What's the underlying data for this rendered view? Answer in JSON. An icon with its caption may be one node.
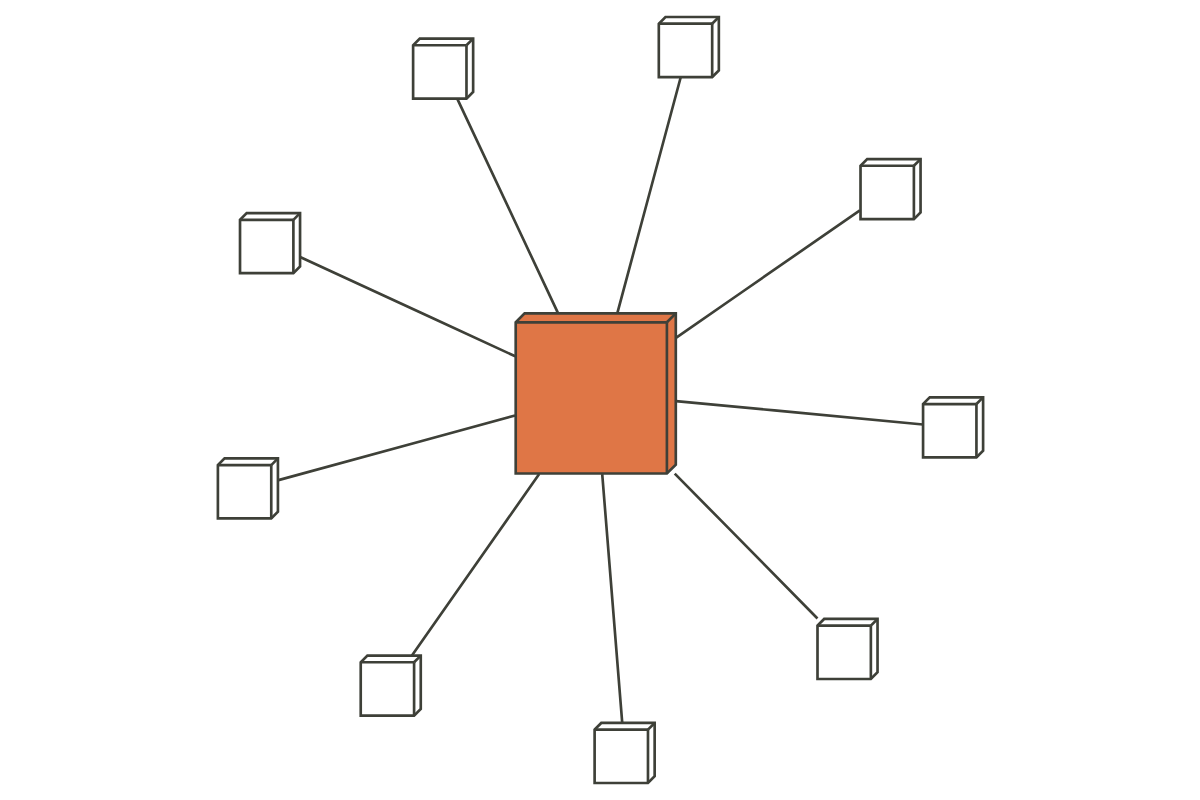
{
  "diagram": {
    "nodes": [
      {
        "text": [],
        "shape": "cube"
      },
      {
        "text": [],
        "shape": "cube"
      },
      {
        "text": [],
        "shape": "cube"
      },
      {
        "text": [],
        "shape": "cube"
      },
      {
        "text": [],
        "shape": "cube"
      },
      {
        "text": [],
        "shape": "cube"
      },
      {
        "text": [],
        "shape": "cube"
      },
      {
        "text": [],
        "shape": "cube"
      },
      {
        "text": [],
        "shape": "cube"
      },
      {
        "text": [],
        "shape": "cube"
      }
    ],
    "edges": [
      {
        "from": 3,
        "to": 0,
        "arrow": "none"
      },
      {
        "from": 3,
        "to": 1,
        "arrow": "none"
      },
      {
        "from": 3,
        "to": 2,
        "arrow": "none"
      },
      {
        "from": 3,
        "to": 4,
        "arrow": "none"
      },
      {
        "from": 3,
        "to": 5,
        "arrow": "none"
      },
      {
        "from": 3,
        "to": 6,
        "arrow": "none"
      },
      {
        "from": 3,
        "to": 7,
        "arrow": "none"
      },
      {
        "from": 3,
        "to": 8,
        "arrow": "none"
      },
      {
        "from": 3,
        "to": 9,
        "arrow": "none"
      }
    ]
  }
}
